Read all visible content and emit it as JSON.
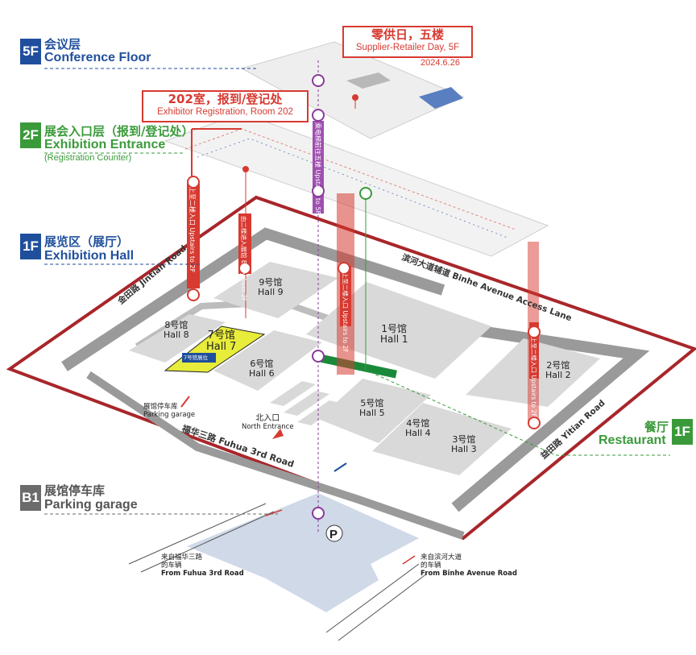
{
  "floors": {
    "f5": {
      "badge": "5F",
      "zh": "会议层",
      "en": "Conference  Floor",
      "color": "#1f4f9c"
    },
    "f2": {
      "badge": "2F",
      "zh": "展会入口层（报到/登记处）",
      "en": "Exhibition Entrance",
      "sub": "(Registration Counter)",
      "color": "#3a9a3a"
    },
    "f1": {
      "badge": "1F",
      "zh": "展览区（展厅）",
      "en": "Exhibition Hall",
      "color": "#1f4f9c"
    },
    "b1": {
      "badge": "B1",
      "zh": "展馆停车库",
      "en": "Parking garage",
      "color": "#6b6b6b"
    },
    "restaurant": {
      "badge": "1F",
      "zh": "餐厅",
      "en": "Restaurant",
      "color": "#3a9a3a"
    }
  },
  "callouts": {
    "supplier": {
      "zh": "零供日，五楼",
      "en": "Supplier-Retailer Day, 5F",
      "date": "2024.6.26"
    },
    "registration": {
      "zh": "202室，报到/登记处",
      "en": "Exhibitor Registration, Room 202"
    }
  },
  "halls": [
    {
      "zh": "9号馆",
      "en": "Hall 9"
    },
    {
      "zh": "8号馆",
      "en": "Hall 8"
    },
    {
      "zh": "7号馆",
      "en": "Hall 7"
    },
    {
      "zh": "6号馆",
      "en": "Hall 6"
    },
    {
      "zh": "1号馆",
      "en": "Hall 1"
    },
    {
      "zh": "2号馆",
      "en": "Hall 2"
    },
    {
      "zh": "5号馆",
      "en": "Hall 5"
    },
    {
      "zh": "4号馆",
      "en": "Hall 4"
    },
    {
      "zh": "3号馆",
      "en": "Hall 3"
    }
  ],
  "roads": {
    "binhe": "滨河大道辅道 Binhe Avenue Access Lane",
    "jintian": "金田路 Jintian Road",
    "fuhua": "福华三路 Fuhua 3rd Road",
    "yitian": "益田路 Yitian Road"
  },
  "labels": {
    "north_entrance_zh": "北入口",
    "north_entrance_en": "North Entrance",
    "parking_garage_zh": "展馆停车库",
    "parking_garage_en": "Parking garage",
    "parking_symbol": "P",
    "from_fuhua_zh1": "来自福华三路",
    "from_fuhua_zh2": "的车辆",
    "from_fuhua_en": "From Fuhua 3rd Road",
    "from_binhe_zh1": "来自滨河大道",
    "from_binhe_zh2": "的车辆",
    "from_binhe_en": "From Binhe Avenue Road",
    "hall7_banner": "7号馆展位"
  },
  "vertical_labels": {
    "elev_5f": "乘电梯前往五楼 Upstairs to 5F",
    "up_left": "上至二楼入口 Upstairs to 2F",
    "entry_2f": "由二楼进入展馆 Entry from 2F",
    "up_mid": "上至二楼入口 Upstairs to 2F",
    "up_right": "上至二楼入口 Upstairs to 2F"
  },
  "colors": {
    "accent_red": "#d73a31",
    "blue": "#1f4f9c",
    "green": "#3a9a3a",
    "hall_gray": "#d9d9d9",
    "road_gray": "#9a9a9a",
    "highlight_yellow": "#e8ec3a",
    "parking_blue": "#cfd9e8"
  }
}
